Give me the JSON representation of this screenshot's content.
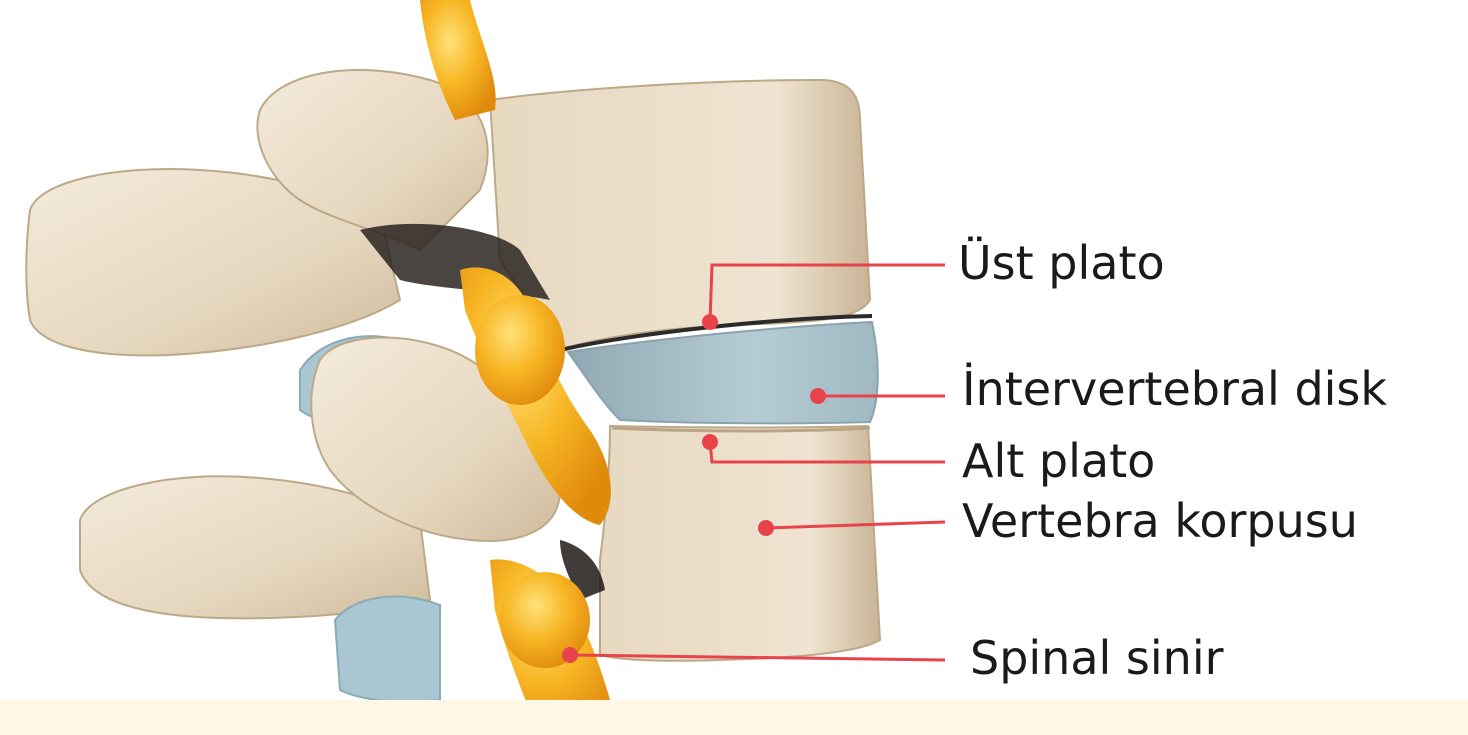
{
  "labels": [
    {
      "key": "ust_plato",
      "text": "Üst plato"
    },
    {
      "key": "intervertebral_disk",
      "text": "İntervertebral disk"
    },
    {
      "key": "alt_plato",
      "text": "Alt plato"
    },
    {
      "key": "vertebra_korpusu",
      "text": "Vertebra korpusu"
    },
    {
      "key": "spinal_sinir",
      "text": "Spinal sinir"
    }
  ],
  "colors": {
    "leader_line": "#e8434a",
    "bone": "#e9dcc6",
    "bone_shadow": "#cdb99b",
    "disk": "#a9c2cc",
    "nerve": "#f3a51a",
    "nerve_highlight": "#ffd35a"
  }
}
